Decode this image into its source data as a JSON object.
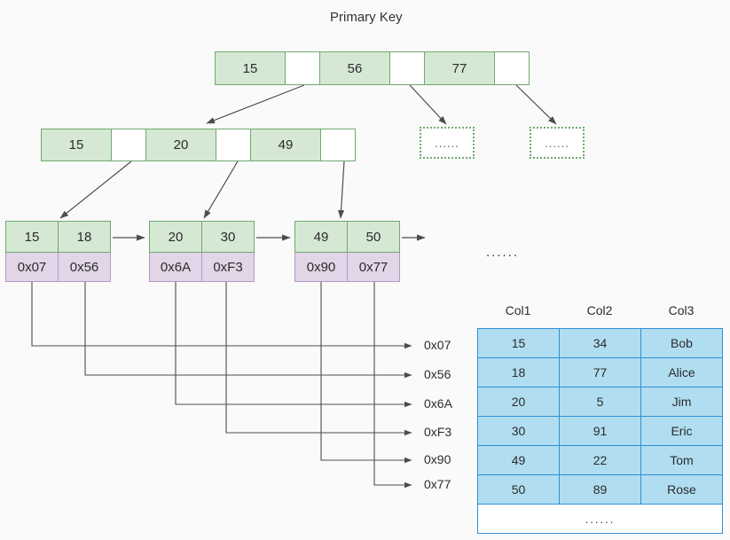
{
  "title": "Primary Key",
  "colors": {
    "key_fill": "#d5e8d4",
    "key_stroke": "#6fa96f",
    "addr_fill": "#e1d5e7",
    "addr_stroke": "#b39ac4",
    "table_fill": "#b1ddf0",
    "table_stroke": "#2f8fd8",
    "edge": "#4d4d4d",
    "background": "#fafafa"
  },
  "ellipsis_text": "......",
  "tree": {
    "root": {
      "cells": [
        {
          "type": "key",
          "label": "15"
        },
        {
          "type": "ptr",
          "label": ""
        },
        {
          "type": "key",
          "label": "56"
        },
        {
          "type": "ptr",
          "label": ""
        },
        {
          "type": "key",
          "label": "77"
        },
        {
          "type": "ptr",
          "label": ""
        }
      ]
    },
    "internal": {
      "cells": [
        {
          "type": "key",
          "label": "15"
        },
        {
          "type": "ptr",
          "label": ""
        },
        {
          "type": "key",
          "label": "20"
        },
        {
          "type": "ptr",
          "label": ""
        },
        {
          "type": "key",
          "label": "49"
        },
        {
          "type": "ptr",
          "label": ""
        }
      ]
    },
    "placeholders": [
      {
        "label": "......"
      },
      {
        "label": "......"
      }
    ],
    "leaves": [
      {
        "keys": [
          "15",
          "18"
        ],
        "addrs": [
          "0x07",
          "0x56"
        ]
      },
      {
        "keys": [
          "20",
          "30"
        ],
        "addrs": [
          "0x6A",
          "0xF3"
        ]
      },
      {
        "keys": [
          "49",
          "50"
        ],
        "addrs": [
          "0x90",
          "0x77"
        ]
      }
    ],
    "leaf_overflow_label": "......"
  },
  "address_labels": [
    "0x07",
    "0x56",
    "0x6A",
    "0xF3",
    "0x90",
    "0x77"
  ],
  "table": {
    "headers": [
      "Col1",
      "Col2",
      "Col3"
    ],
    "rows": [
      [
        "15",
        "34",
        "Bob"
      ],
      [
        "18",
        "77",
        "Alice"
      ],
      [
        "20",
        "5",
        "Jim"
      ],
      [
        "30",
        "91",
        "Eric"
      ],
      [
        "49",
        "22",
        "Tom"
      ],
      [
        "50",
        "89",
        "Rose"
      ]
    ],
    "more_label": "......"
  }
}
